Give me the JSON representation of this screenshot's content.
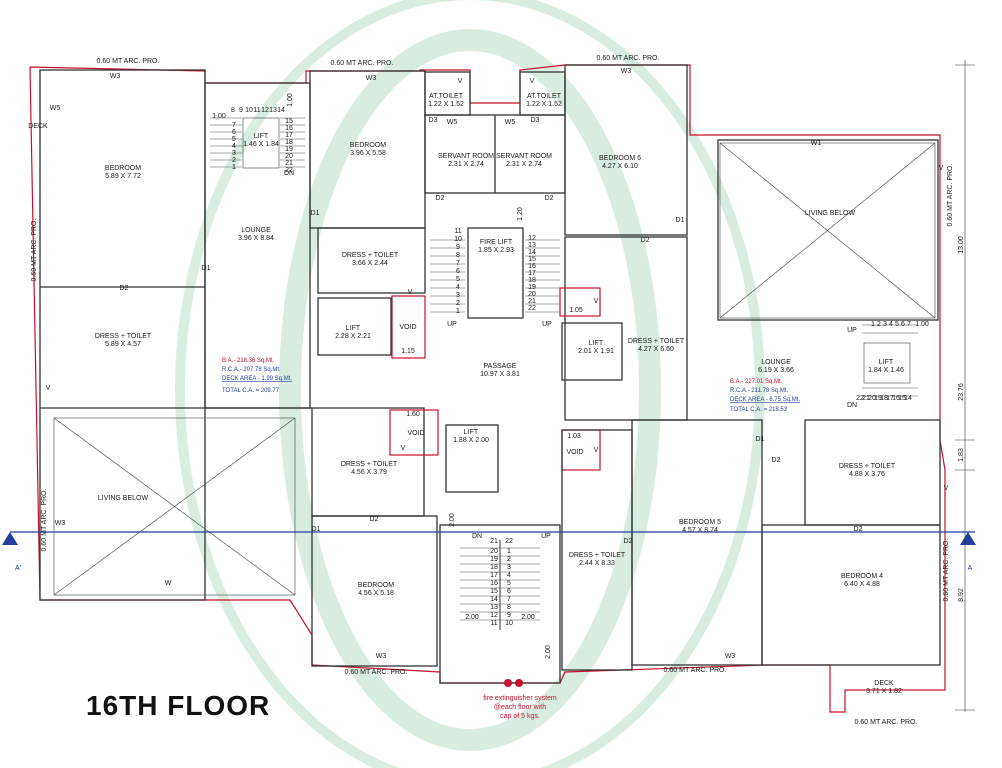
{
  "floor_title": "16TH FLOOR",
  "colors": {
    "wall": "#333333",
    "red_outline": "#c8102e",
    "section_line": "#1f3f9a",
    "watermark": "#2e9e5b"
  },
  "rooms": [
    {
      "name": "BEDROOM",
      "dims": "5.89 X 7.72"
    },
    {
      "name": "DRESS + TOILET",
      "dims": "5.89 X 4.57"
    },
    {
      "name": "LIVING BELOW",
      "dims": ""
    },
    {
      "name": "LIFT",
      "dims": "1.46 X 1.84"
    },
    {
      "name": "LOUNGE",
      "dims": "3.96 X 8.84"
    },
    {
      "name": "BEDROOM",
      "dims": "3.96 X 5.58"
    },
    {
      "name": "DRESS + TOILET",
      "dims": "3.66 X 2.44"
    },
    {
      "name": "LIFT",
      "dims": "2.28 X 2.21"
    },
    {
      "name": "VOID",
      "dims": ""
    },
    {
      "name": "DRESS + TOILET",
      "dims": "4.56 X 3.79"
    },
    {
      "name": "VOID",
      "dims": ""
    },
    {
      "name": "BEDROOM",
      "dims": "4.56 X 5.18"
    },
    {
      "name": "AT.TOILET",
      "dims": "1.22 X 1.52"
    },
    {
      "name": "AT.TOILET",
      "dims": "1.22 X 1.52"
    },
    {
      "name": "SERVANT ROOM",
      "dims": "2.31 X 2.74"
    },
    {
      "name": "SERVANT ROOM",
      "dims": "2.31 X 2.74"
    },
    {
      "name": "FIRE LIFT",
      "dims": "1.85 X 2.93"
    },
    {
      "name": "PASSAGE",
      "dims": "10.97 X 3.81"
    },
    {
      "name": "LIFT",
      "dims": "1.88 X 2.00"
    },
    {
      "name": "BEDROOM 6",
      "dims": "4.27 X 6.10"
    },
    {
      "name": "LIFT",
      "dims": "2.01 X 1.91"
    },
    {
      "name": "DRESS + TOILET",
      "dims": "4.27 X 6.60"
    },
    {
      "name": "VOID",
      "dims": ""
    },
    {
      "name": "DRESS + TOILET",
      "dims": "2.44 X 8.33"
    },
    {
      "name": "LIVING BELOW",
      "dims": ""
    },
    {
      "name": "LOUNGE",
      "dims": "6.19 X 3.66"
    },
    {
      "name": "LIFT",
      "dims": "1.84 X 1.46"
    },
    {
      "name": "DRESS + TOILET",
      "dims": "4.88 X 3.76"
    },
    {
      "name": "BEDROOM 5",
      "dims": "4.57 X 8.74"
    },
    {
      "name": "BEDROOM 4",
      "dims": "6.40 X 4.88"
    },
    {
      "name": "DECK",
      "dims": "3.71 X 1.82"
    }
  ],
  "area_left": {
    "ba": "B.A.- 218.36 Sq.Mt.",
    "rca": "R.C.A.- 207.78 Sq.Mt.",
    "deck": "DECK AREA  - 1.99 Sq.Mt.",
    "total": "TOTAL C.A. = 209.77"
  },
  "area_right": {
    "ba": "B.A.- 227.01 Sq.Mt.",
    "rca": "R.C.A.- 211.78 Sq.Mt.",
    "deck": "DECK AREA  - 6.75 Sq.Mt.",
    "total": "TOTAL C.A. = 218.53"
  },
  "arc_pro": "0.60 MT ARC. PRO.",
  "fire_note": {
    "l1": "fire extinguisher system",
    "l2": "@each floor with",
    "l3": "cap of 5 kgs."
  },
  "section_labels": {
    "left": "A'",
    "right": "A"
  },
  "dims": {
    "total_h": "23.76",
    "right_13": "13.00",
    "right_183": "1.83",
    "right_892": "8.92",
    "d100": "1.00",
    "d105": "1.05",
    "d115": "1.15",
    "d200": "2.00",
    "d120": "1.20",
    "d103": "1.03",
    "d160": "1.60"
  },
  "codes": {
    "w": "W",
    "w1": "W1",
    "w3": "W3",
    "w5": "W5",
    "d1": "D1",
    "d2": "D2",
    "d3": "D3",
    "v": "V",
    "deck": "DECK",
    "up": "UP",
    "dn": "DN"
  },
  "stairs": {
    "left_lift_top": [
      "8",
      "9",
      "10",
      "11",
      "12",
      "13",
      "14"
    ],
    "left_lift_left": [
      "7",
      "6",
      "5",
      "4",
      "3",
      "2",
      "1"
    ],
    "left_lift_right": [
      "15",
      "16",
      "17",
      "18",
      "19",
      "20",
      "21",
      "22"
    ],
    "fire_left": [
      "11",
      "10",
      "9",
      "8",
      "7",
      "6",
      "5",
      "4",
      "3",
      "2",
      "1"
    ],
    "fire_right": [
      "12",
      "13",
      "14",
      "15",
      "16",
      "17",
      "18",
      "19",
      "20",
      "21",
      "22"
    ],
    "main_left": [
      "20",
      "19",
      "18",
      "17",
      "16",
      "15",
      "14",
      "13",
      "12",
      "11"
    ],
    "main_right": [
      "1",
      "2",
      "3",
      "4",
      "5",
      "6",
      "7",
      "8",
      "9",
      "10"
    ],
    "main_top": [
      "21",
      "22"
    ],
    "right_top": [
      "1",
      "2",
      "3",
      "4",
      "5",
      "6",
      "7"
    ],
    "right_bottom": [
      "22",
      "21",
      "20",
      "19",
      "18",
      "17",
      "16",
      "15",
      "14"
    ]
  }
}
